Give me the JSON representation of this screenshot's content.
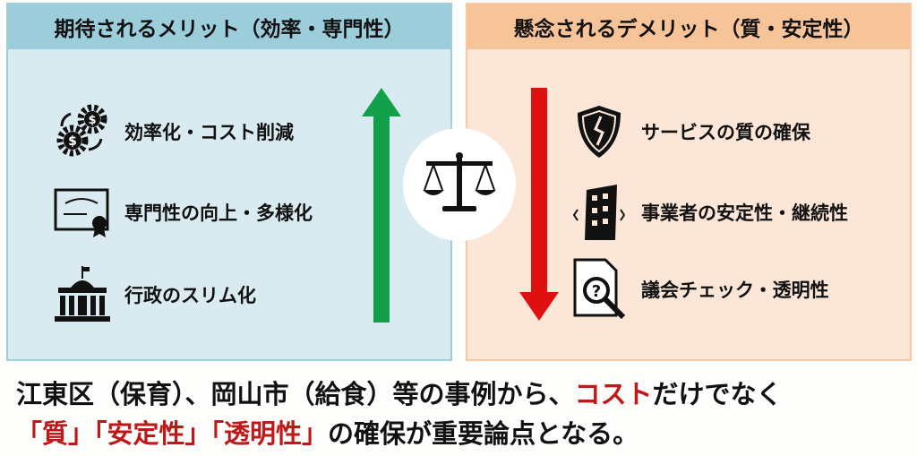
{
  "merits": {
    "title": "期待されるメリット（効率・専門性）",
    "items": [
      {
        "label": "効率化・コスト削減",
        "icon": "gears-dollar-icon"
      },
      {
        "label": "専門性の向上・多様化",
        "icon": "certificate-icon"
      },
      {
        "label": "行政のスリム化",
        "icon": "government-building-icon"
      }
    ]
  },
  "demerits": {
    "title": "懸念されるデメリット（質・安定性）",
    "items": [
      {
        "label": "サービスの質の確保",
        "icon": "broken-shield-icon"
      },
      {
        "label": "事業者の安定性・継続性",
        "icon": "shaking-building-icon"
      },
      {
        "label": "議会チェック・透明性",
        "icon": "document-magnifier-icon"
      }
    ]
  },
  "footer": {
    "line1_a": "江東区（保育）、岡山市（給食）等の事例から、",
    "line1_red": "コスト",
    "line1_b": "だけでなく",
    "line2_red": "「質」「安定性」「透明性」",
    "line2_b": "の確保が重要論点となる。"
  },
  "colors": {
    "green": "#12a04a",
    "red": "#e01010",
    "accent_red": "#c01818"
  }
}
